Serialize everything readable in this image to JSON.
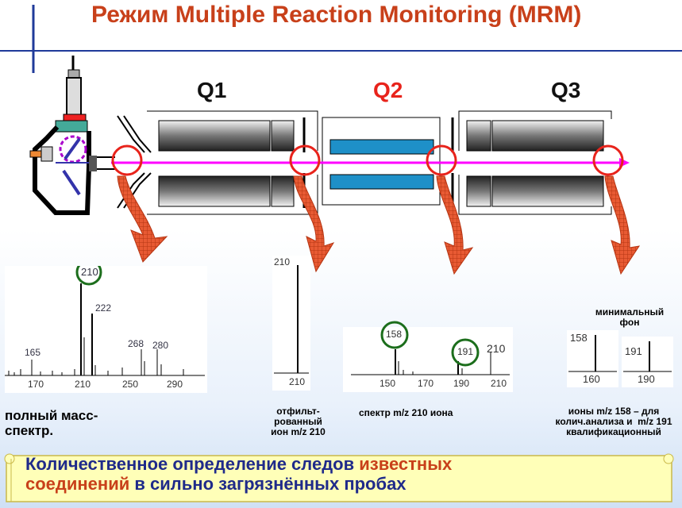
{
  "title": "Режим Multiple Reaction Monitoring (MRM)",
  "quads": {
    "q1": "Q1",
    "q2": "Q2",
    "q3": "Q3"
  },
  "spectrum1": {
    "peaks": [
      "165",
      "210",
      "222",
      "268",
      "280"
    ],
    "ticks": [
      "170",
      "210",
      "250",
      "290"
    ],
    "label": "полный масс-\nспектр."
  },
  "spectrum2": {
    "peak": "210",
    "tick": "210",
    "label": "отфильт-\nрованный\nион m/z 210"
  },
  "spectrum3": {
    "peaks": [
      "158",
      "191",
      "210"
    ],
    "ticks": [
      "150",
      "170",
      "190",
      "210"
    ],
    "label": "спектр m/z 210 иона"
  },
  "spectrum4": {
    "header": "минимальный\nфон",
    "box1": {
      "peak": "158",
      "tick": "160"
    },
    "box2": {
      "peak": "191",
      "tick": "190"
    },
    "label": "ионы m/z 158 – для\nколич.анализа и  m/z 191\nквалификационный"
  },
  "banner": {
    "line1_a": "Количественное определение следов ",
    "line1_b": "известных",
    "line2_a": "соединений",
    "line2_b": " в сильно загрязнённых пробах"
  },
  "colors": {
    "accent": "#c8401a",
    "beam": "#ff00ff",
    "highlight": "#e8231b",
    "circle_green": "#1c6e1c",
    "banner_text": "#1f2a8a",
    "banner_bg": "#ffffb8"
  }
}
